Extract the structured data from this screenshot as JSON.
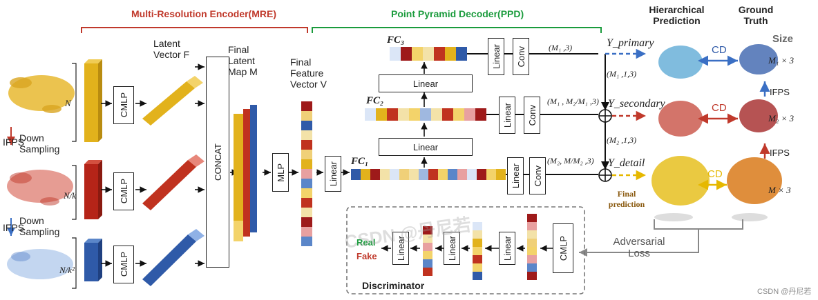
{
  "encoder_title": "Multi-Resolution Encoder(MRE)",
  "decoder_title": "Point Pyramid Decoder(PPD)",
  "hierarchical_prediction": "Hierarchical Prediction",
  "ground_truth": "Ground Truth",
  "size_label": "Size",
  "latent_vector": "Latent Vector F",
  "final_latent_map": "Final Latent Map M",
  "final_feature_vector": "Final Feature Vector V",
  "ifps": "IFPS",
  "down_sampling": "Down Sampling",
  "n_label": "N",
  "n_over_k": "N/k",
  "n_over_k2": "N/k²",
  "cmlp": "CMLP",
  "concat": "CONCAT",
  "mlp": "MLP",
  "linear": "Linear",
  "conv": "Conv",
  "fc1": "FC₁",
  "fc2": "FC₂",
  "fc3": "FC₃",
  "m1_3": "(M₁ ,3)",
  "m1_1_3": "(M₁ ,1,3)",
  "m1_m2m1_3": "(M₁ , M₂/M₁ ,3)",
  "m2_1_3": "(M₂ ,1,3)",
  "m2_mm2_3": "(M₂, M/M₂ ,3)",
  "y_primary": "Y_primary",
  "y_secondary": "Y_secondary",
  "y_detail": "Y_detail",
  "cd": "CD",
  "final_prediction": "Final prediction",
  "gt_m1": "M₁ × 3",
  "gt_m2": "M₂ × 3",
  "gt_m": "M × 3",
  "adversarial_loss": "Adversarial Loss",
  "real": "Real",
  "fake": "Fake",
  "discriminator": "Discriminator",
  "watermark": "CSDN @丹尼若",
  "footer": "CSDN @丹尼若"
}
